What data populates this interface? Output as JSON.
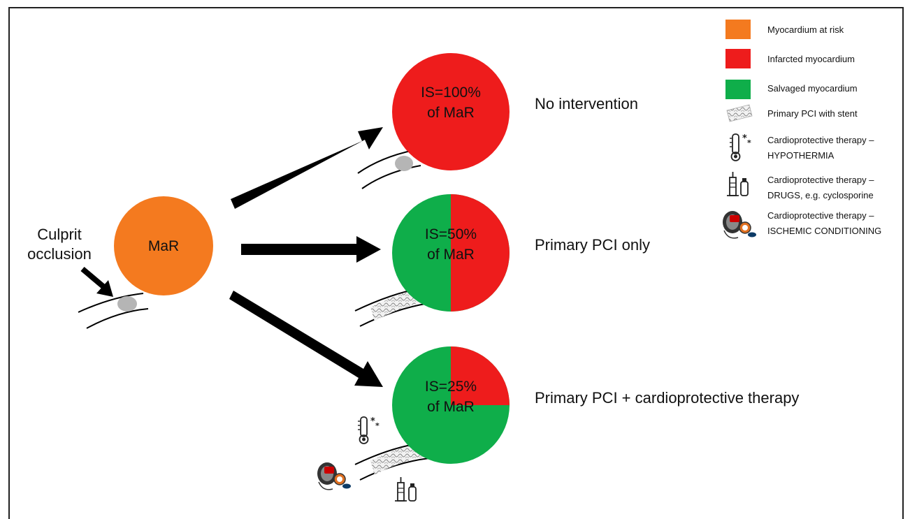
{
  "colors": {
    "risk": "#f47a1f",
    "infarcted": "#ee1c1c",
    "salvaged": "#0fae4a",
    "arrow": "#000000"
  },
  "occlusion": {
    "label_line1": "Culprit",
    "label_line2": "occlusion"
  },
  "center_circle": {
    "label": "MaR"
  },
  "outcomes": [
    {
      "label_line1": "IS=100%",
      "label_line2": "of MaR",
      "description": "No intervention",
      "infarcted_fraction": 1.0
    },
    {
      "label_line1": "IS=50%",
      "label_line2": "of MaR",
      "description": "Primary PCI only",
      "infarcted_fraction": 0.5
    },
    {
      "label_line1": "IS=25%",
      "label_line2": "of MaR",
      "description": "Primary PCI + cardioprotective therapy",
      "infarcted_fraction": 0.25
    }
  ],
  "legend": [
    {
      "icon": "orange-swatch",
      "line1": "Myocardium  at risk",
      "line2": ""
    },
    {
      "icon": "red-swatch",
      "line1": "Infarcted myocardium",
      "line2": ""
    },
    {
      "icon": "green-swatch",
      "line1": "Salvaged myocardium",
      "line2": ""
    },
    {
      "icon": "stent-icon",
      "line1": "Primary PCI with stent",
      "line2": ""
    },
    {
      "icon": "thermometer-icon",
      "line1": "Cardioprotective therapy –",
      "line2": "HYPOTHERMIA"
    },
    {
      "icon": "syringe-vial-icon",
      "line1": "Cardioprotective therapy –",
      "line2": "DRUGS,  e.g. cyclosporine"
    },
    {
      "icon": "blood-pressure-cuff-icon",
      "line1": "Cardioprotective therapy –",
      "line2": "ISCHEMIC  CONDITIONING"
    }
  ]
}
